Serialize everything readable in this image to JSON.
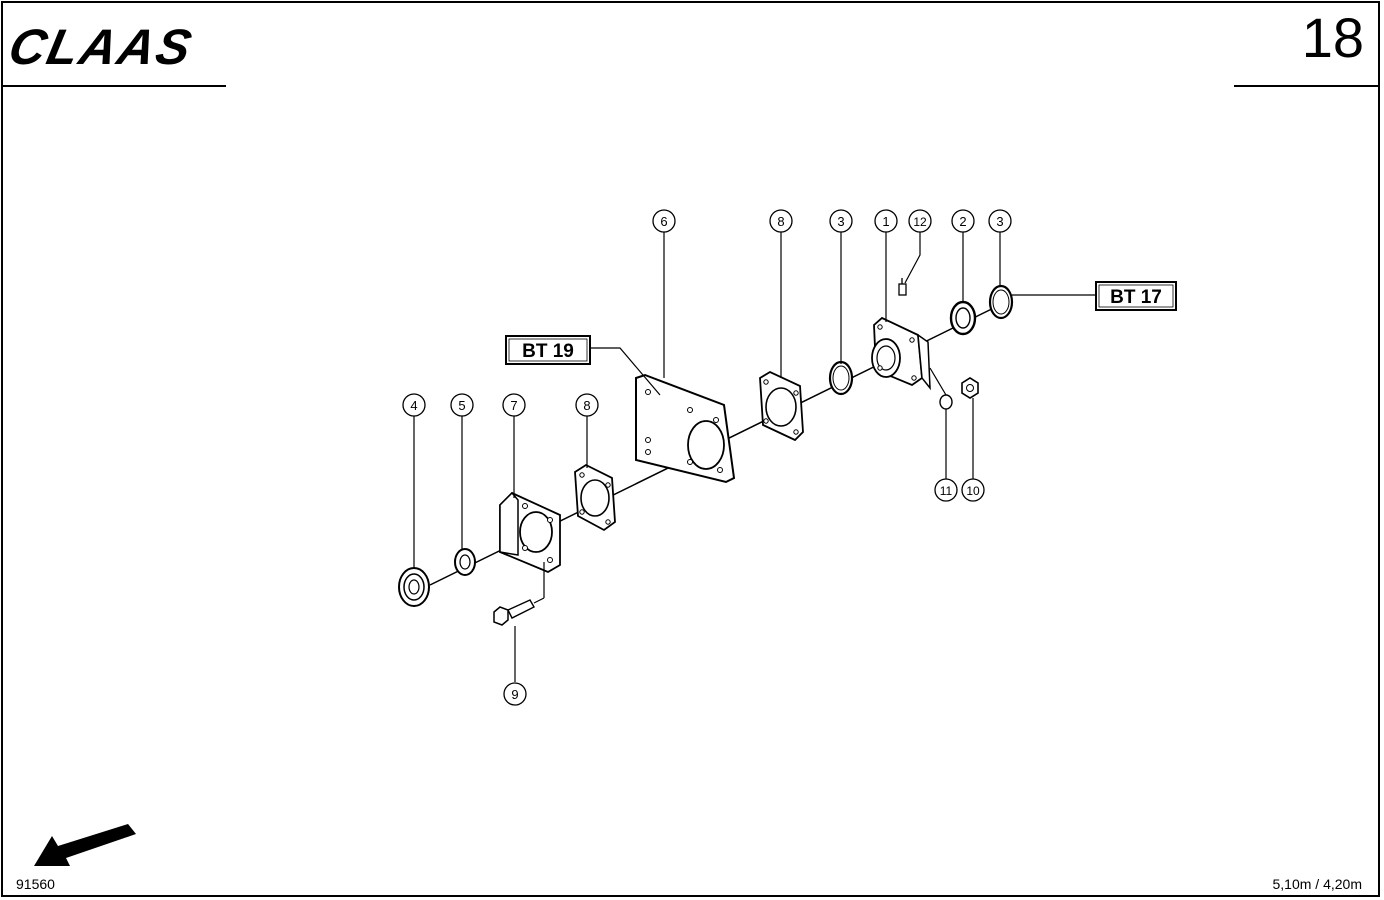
{
  "header": {
    "brand_logo": "CLAAS",
    "page_number": "18"
  },
  "callouts": [
    {
      "part": "6"
    },
    {
      "part": "8"
    },
    {
      "part": "3"
    },
    {
      "part": "1"
    },
    {
      "part": "12"
    },
    {
      "part": "2"
    },
    {
      "part": "3"
    },
    {
      "part": "4"
    },
    {
      "part": "5"
    },
    {
      "part": "7"
    },
    {
      "part": "8"
    },
    {
      "part": "11"
    },
    {
      "part": "10"
    },
    {
      "part": "9"
    }
  ],
  "references": {
    "left": "BT 19",
    "right": "BT 17"
  },
  "footer": {
    "drawing_id": "91560",
    "scale_note": "5,10m / 4,20m",
    "direction_icon": "arrow-down-left-icon"
  },
  "colors": {
    "ink": "#000000",
    "paper": "#ffffff"
  }
}
